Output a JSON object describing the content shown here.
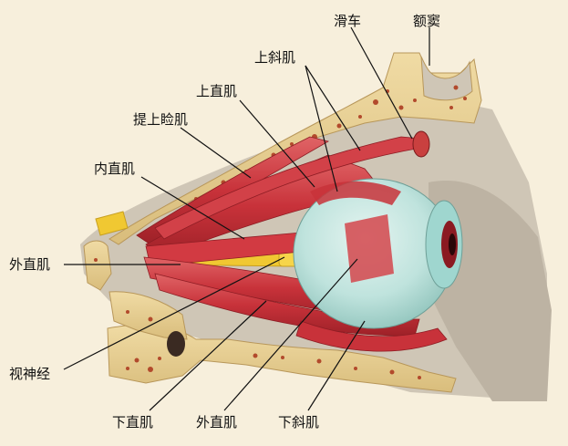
{
  "labels": {
    "trochlea": "滑车",
    "frontal_sinus": "额窦",
    "superior_oblique": "上斜肌",
    "superior_rectus": "上直肌",
    "levator_palpebrae": "提上睑肌",
    "medial_rectus": "内直肌",
    "lateral_rectus_left": "外直肌",
    "optic_nerve": "视神经",
    "inferior_rectus": "下直肌",
    "lateral_rectus_bottom": "外直肌",
    "inferior_oblique": "下斜肌"
  },
  "colors": {
    "background": "#f7efdc",
    "bone": "#e8cf93",
    "bone_pores": "#b24a2c",
    "tissue": "#c9c0b2",
    "muscle": "#c8323a",
    "muscle_light": "#e06466",
    "nerve": "#f0c832",
    "eyeball": "#bfe3dd",
    "cornea": "#8fd0c9",
    "iris": "#8b1a22"
  }
}
